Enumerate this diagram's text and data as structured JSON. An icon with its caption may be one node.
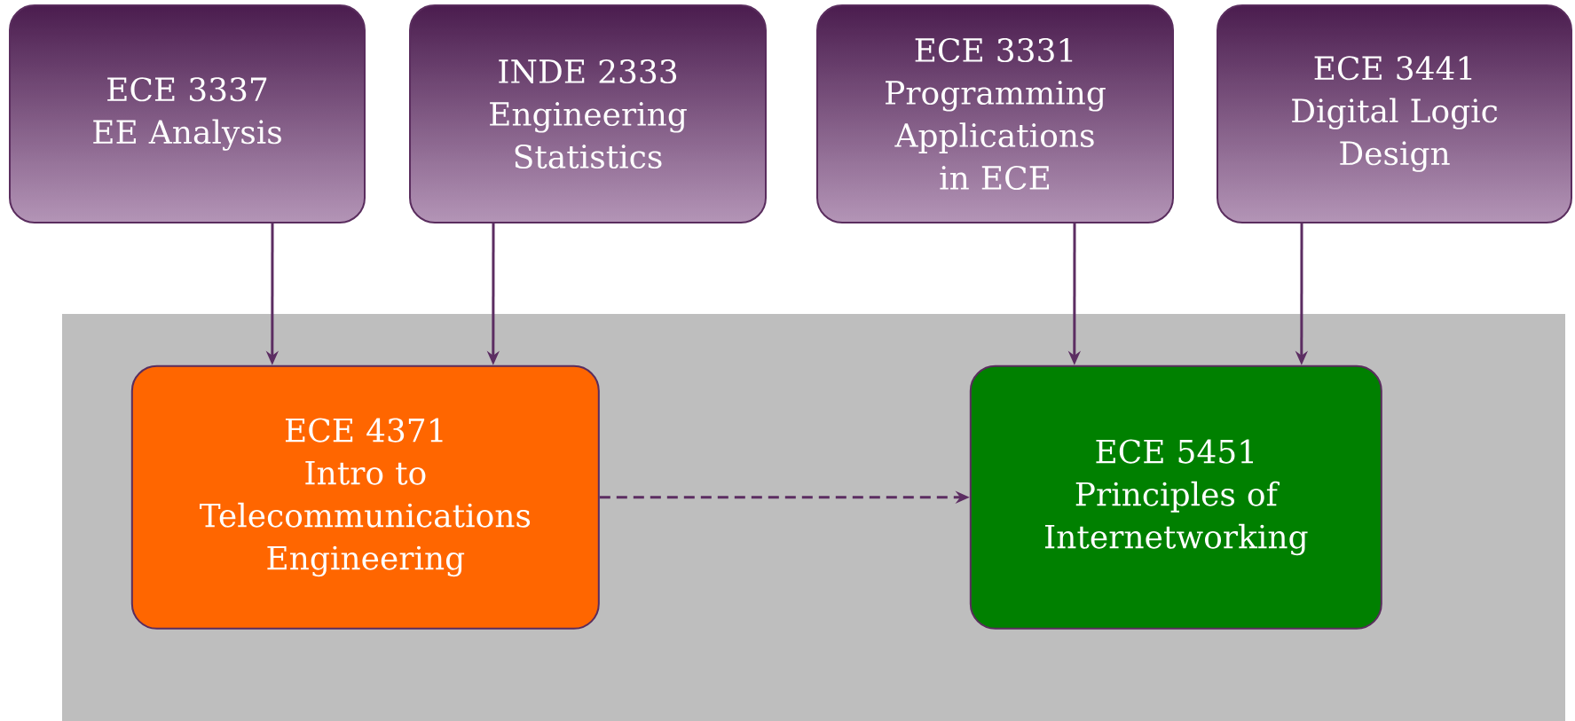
{
  "diagram": {
    "nodes": [
      {
        "text": [
          "ECE 3337",
          "EE Analysis"
        ]
      },
      {
        "text": [
          "INDE 2333",
          "Engineering Statistics"
        ]
      },
      {
        "text": [
          "ECE 3331",
          "Programming Applications in ECE"
        ]
      },
      {
        "text": [
          "ECE 3441",
          "Digital Logic Design"
        ]
      },
      {
        "text": [],
        "shape": "box"
      },
      {
        "text": [
          "ECE 4371",
          "Intro to Telecommunications Engineering"
        ],
        "in": 4
      },
      {
        "text": [
          "ECE 5451",
          "Principles of Internetworking"
        ],
        "in": 4
      }
    ],
    "edges": [
      {
        "from": 0,
        "to": 5,
        "arrow": "to"
      },
      {
        "from": 1,
        "to": 5,
        "arrow": "to"
      },
      {
        "from": 2,
        "to": 6,
        "arrow": "to"
      },
      {
        "from": 3,
        "to": 6,
        "arrow": "to"
      },
      {
        "from": 5,
        "to": 6,
        "arrow": "to",
        "style": "dashed"
      }
    ]
  }
}
